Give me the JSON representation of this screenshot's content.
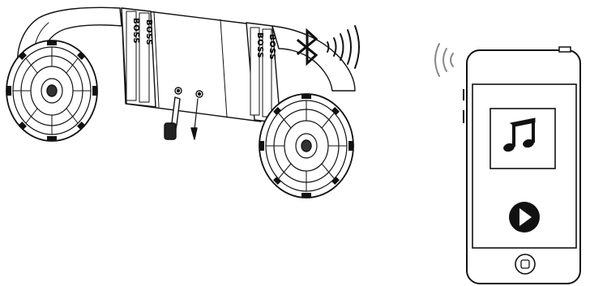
{
  "diagram": {
    "speaker": {
      "brand": "BOSS",
      "brand_vertical": "BOSS",
      "brand_vertical_mirrored": "ƧƧO8"
    },
    "icons": {
      "bluetooth": "bluetooth-icon",
      "signal_out": "wireless-signal-icon",
      "signal_in": "wireless-signal-icon",
      "music": "music-note-icon",
      "play": "play-icon",
      "home": "home-button-icon"
    }
  }
}
